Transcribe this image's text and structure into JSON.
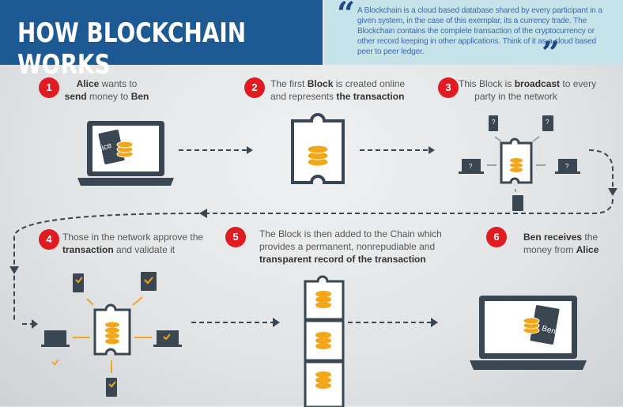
{
  "header": {
    "title": "HOW BLOCKCHAIN WORKS"
  },
  "quote": {
    "open": "“",
    "close": "”",
    "text": "A Blockchain is a cloud based database shared by every participant in a given system, in the case of this exemplar, its a currency trade. The Blockchain contains the complete transaction of the cryptocurrency or other record keeping in other applications. Think of it as a cloud based peer to peer ledger."
  },
  "steps": [
    {
      "number": "1",
      "segments": [
        {
          "t": "Alice",
          "b": true
        },
        {
          "t": " wants to",
          "b": false
        },
        {
          "t": "\n",
          "b": false
        },
        {
          "t": "send",
          "b": true
        },
        {
          "t": " money to ",
          "b": false
        },
        {
          "t": "Ben",
          "b": true
        }
      ]
    },
    {
      "number": "2",
      "segments": [
        {
          "t": "The first ",
          "b": false
        },
        {
          "t": "Block",
          "b": true
        },
        {
          "t": " is created online",
          "b": false
        },
        {
          "t": "\n",
          "b": false
        },
        {
          "t": "and represents ",
          "b": false
        },
        {
          "t": "the transaction",
          "b": true
        }
      ]
    },
    {
      "number": "3",
      "segments": [
        {
          "t": "This Block is ",
          "b": false
        },
        {
          "t": "broadcast",
          "b": true
        },
        {
          "t": " to every",
          "b": false
        },
        {
          "t": "\n",
          "b": false
        },
        {
          "t": "party in the network",
          "b": false
        }
      ]
    },
    {
      "number": "4",
      "segments": [
        {
          "t": "Those in the network approve the",
          "b": false
        },
        {
          "t": "\n",
          "b": false
        },
        {
          "t": "transaction",
          "b": true
        },
        {
          "t": " and validate it",
          "b": false
        }
      ]
    },
    {
      "number": "5",
      "segments": [
        {
          "t": "The Block is then added to the Chain which",
          "b": false
        },
        {
          "t": "\n",
          "b": false
        },
        {
          "t": "provides a permanent, nonrepudiable and",
          "b": false
        },
        {
          "t": "\n",
          "b": false
        },
        {
          "t": "transparent record of the transaction",
          "b": true
        }
      ]
    },
    {
      "number": "6",
      "segments": [
        {
          "t": "Ben receives",
          "b": true
        },
        {
          "t": " the",
          "b": false
        },
        {
          "t": "\n",
          "b": false
        },
        {
          "t": "money from ",
          "b": false
        },
        {
          "t": "Alice",
          "b": true
        }
      ]
    }
  ],
  "labels": {
    "alice": "Alice",
    "ben": "Ben",
    "question": "?"
  },
  "colors": {
    "header": "#1d5a94",
    "quote_bg": "#c6e3ea",
    "accent": "#e11b22",
    "coin": "#f2a71b",
    "dark": "#3a4652"
  }
}
